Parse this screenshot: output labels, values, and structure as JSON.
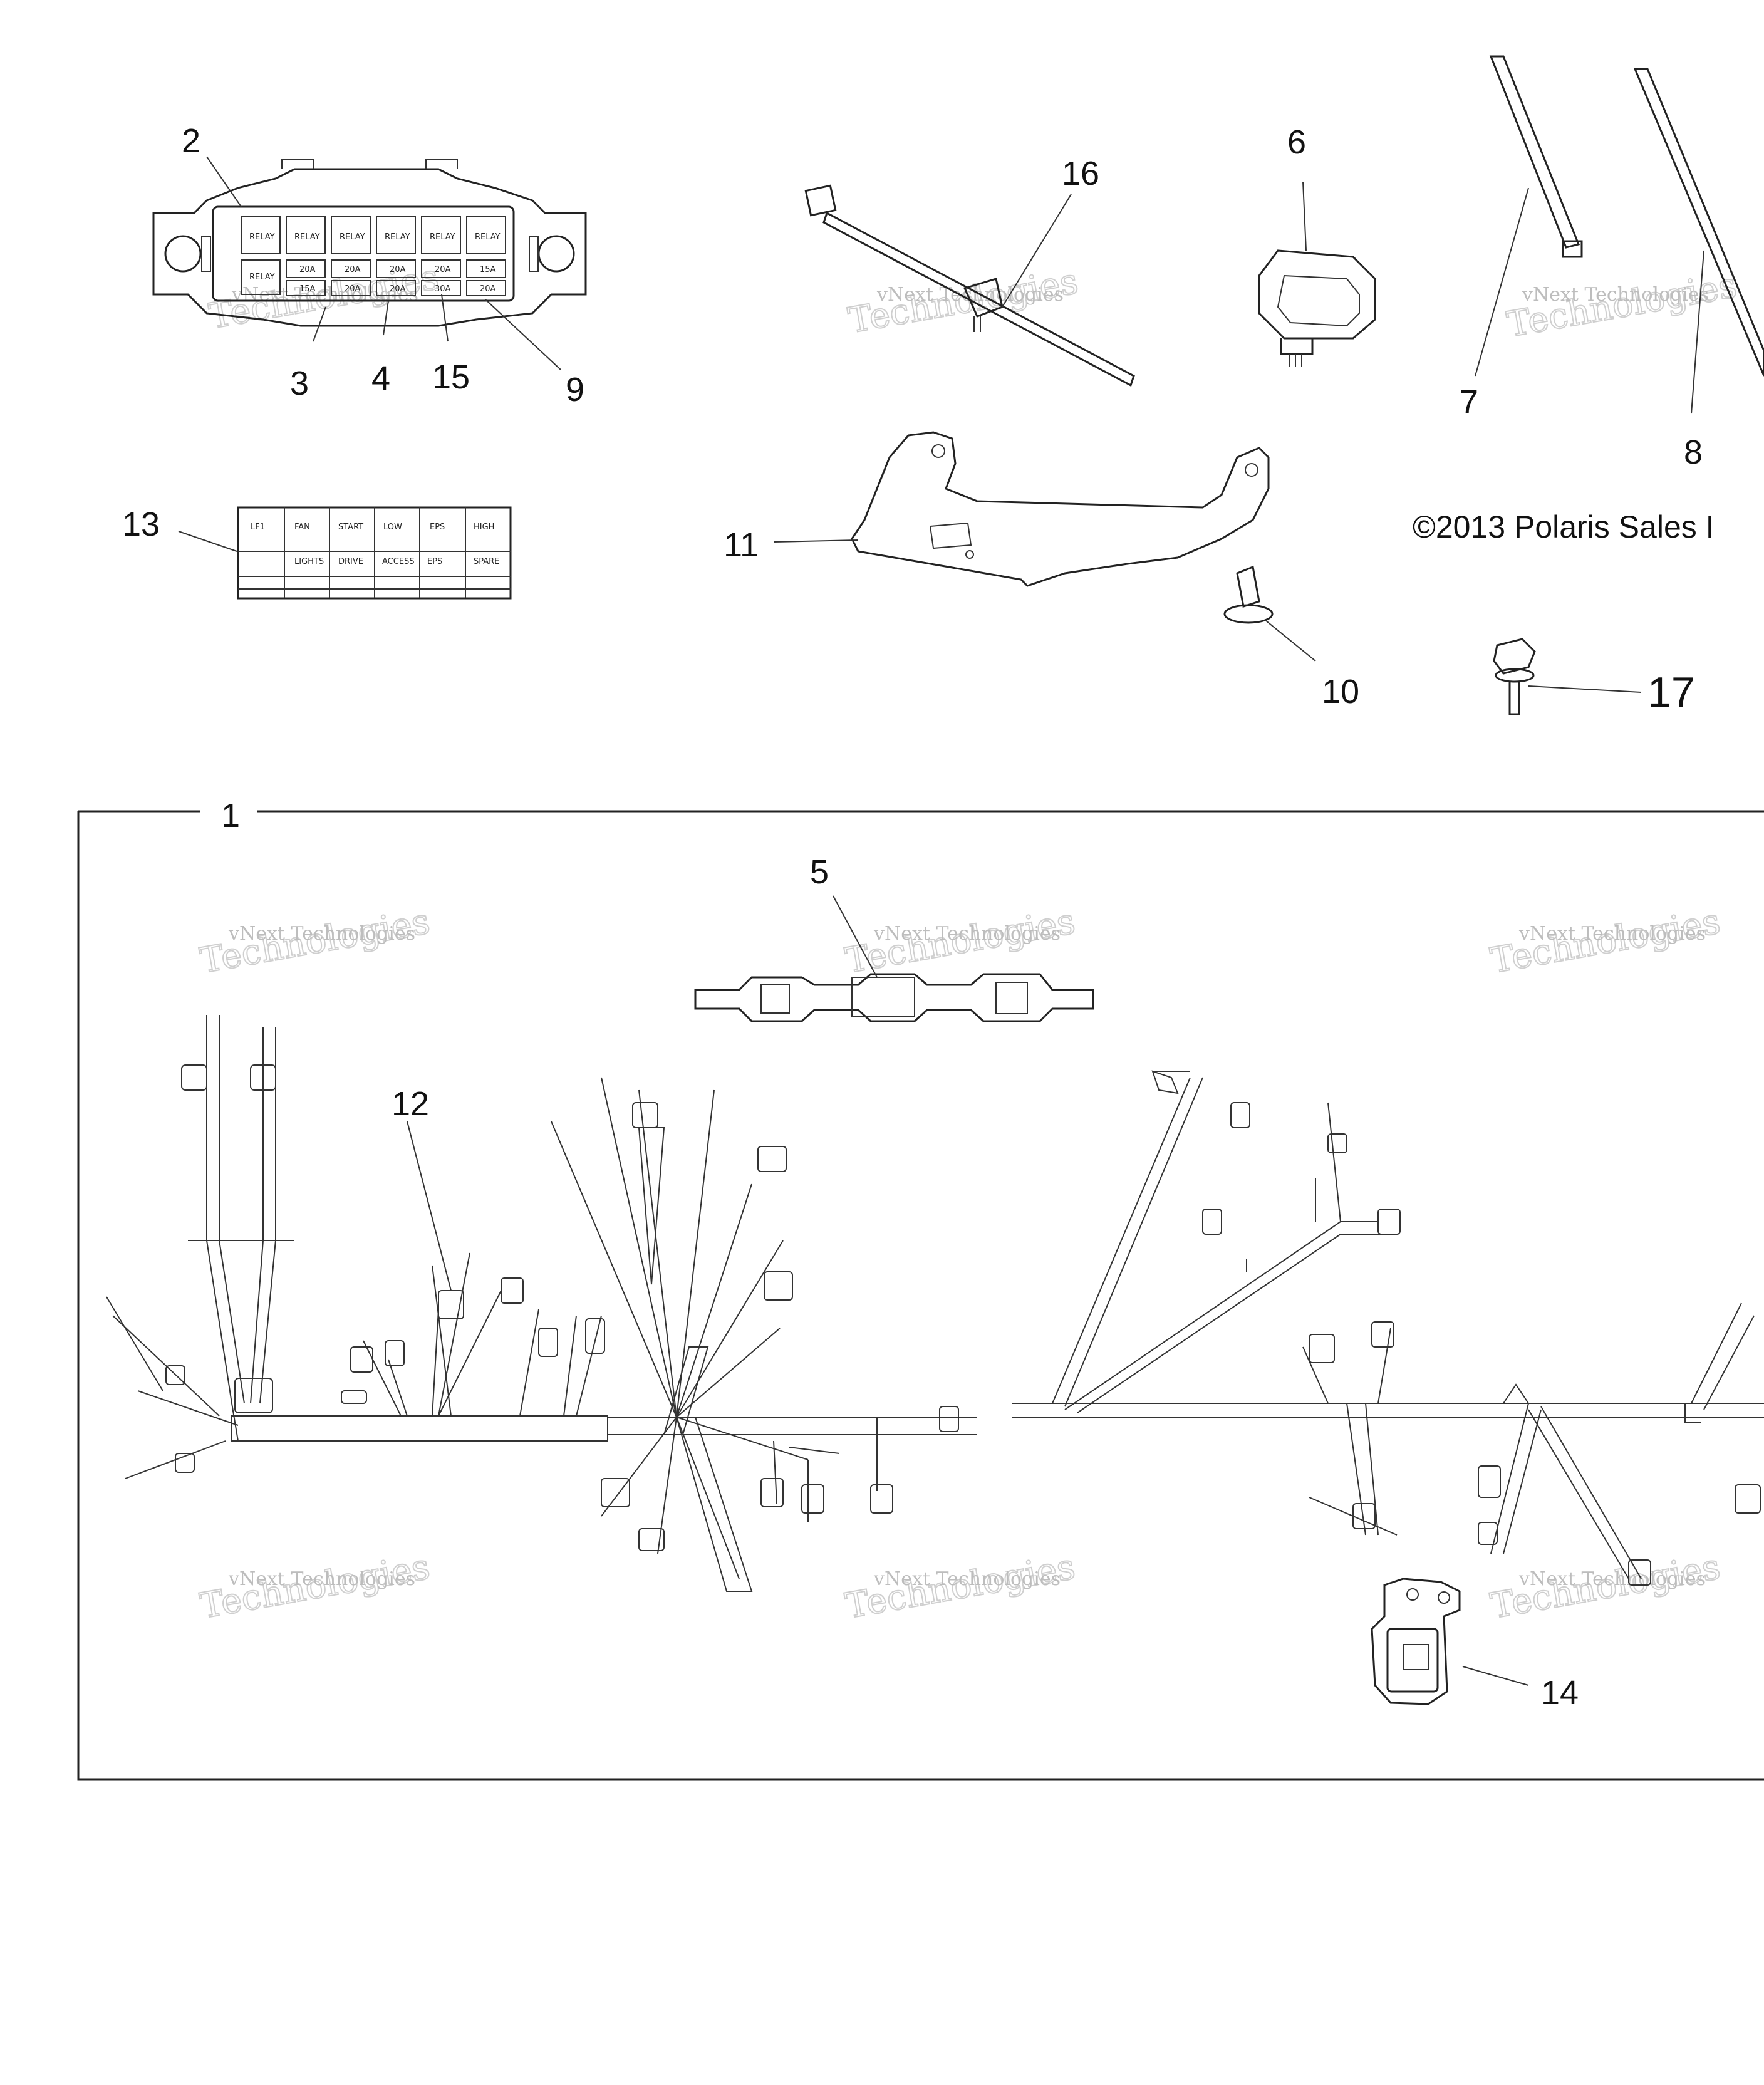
{
  "copyright": "©2013 Polaris Sales I",
  "callouts": {
    "c1": "1",
    "c2": "2",
    "c3": "3",
    "c4": "4",
    "c5": "5",
    "c6": "6",
    "c7": "7",
    "c8": "8",
    "c9": "9",
    "c10": "10",
    "c11": "11",
    "c12": "12",
    "c13": "13",
    "c14": "14",
    "c15": "15",
    "c16": "16",
    "c17": "17"
  },
  "watermark": {
    "line1": "vNext Technologies",
    "line2": "Technologies"
  },
  "colors": {
    "ink": "#222222",
    "watermark": "#c8c8c8",
    "background": "#ffffff"
  }
}
